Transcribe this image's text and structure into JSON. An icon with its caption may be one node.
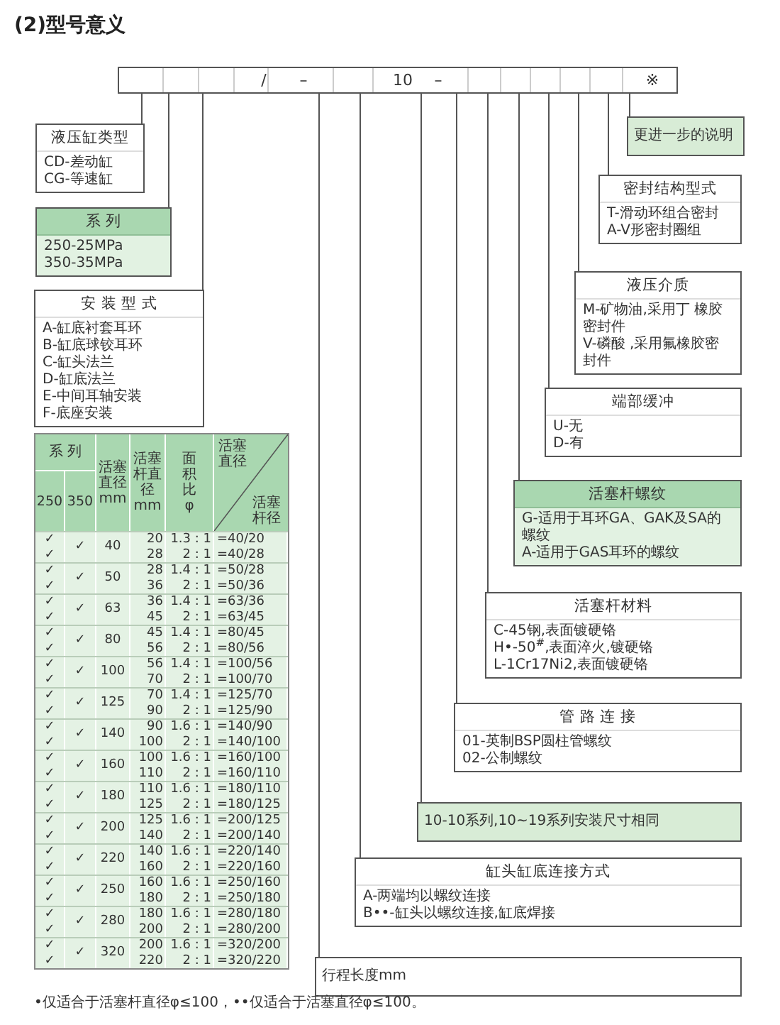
{
  "diagram": {
    "title": "(2)型号意义",
    "nodes": [
      {
        "text": [
          "/",
          "–",
          "10",
          "–",
          "※"
        ]
      },
      {
        "text": [
          "液压缸类型",
          "CD-差动缸",
          "CG-等速缸"
        ]
      },
      {
        "text": [
          "系 列",
          "250-25MPa",
          "350-35MPa"
        ]
      },
      {
        "text": [
          "安 装 型 式",
          "A-缸底衬套耳环",
          "B-缸底球铰耳环",
          "C-缸头法兰",
          "D-缸底法兰",
          "E-中间耳轴安装",
          "F-底座安装"
        ]
      },
      {
        "text": [
          "更进一步的说明"
        ]
      },
      {
        "text": [
          "密封结构型式",
          "T-滑动环组合密封",
          "A-V形密封圈组"
        ]
      },
      {
        "text": [
          "液压介质",
          "M-矿物油,采用丁 橡胶密封件",
          "V-磷酸 ,采用氟橡胶密封件"
        ]
      },
      {
        "text": [
          "端部缓冲",
          "U-无",
          "D-有"
        ]
      },
      {
        "text": [
          "活塞杆螺纹",
          "G-适用于耳环GA、GAK及SA的螺纹",
          "A-适用于GAS耳环的螺纹"
        ]
      },
      {
        "text": [
          "活塞杆材料",
          "C-45钢,表面镀硬铬",
          "H•-50$^{#}$,表面淬火,镀硬铬",
          "L-1Cr17Ni2,表面镀硬铬"
        ]
      },
      {
        "text": [
          "管 路 连 接",
          "01-英制BSP圆柱管螺纹",
          "02-公制螺纹"
        ]
      },
      {
        "text": [
          "10-10系列,10~19系列安装尺寸相同"
        ]
      },
      {
        "text": [
          "缸头缸底连接方式",
          "A-两端均以螺纹连接",
          "B••-缸头以螺纹连接,缸底焊接"
        ]
      },
      {
        "text": [
          "行程长度mm"
        ]
      }
    ],
    "edges": [
      {
        "from": 0,
        "to": 1,
        "arrow": "none"
      },
      {
        "from": 0,
        "to": 2,
        "arrow": "none"
      },
      {
        "from": 0,
        "to": 3,
        "arrow": "none"
      },
      {
        "from": 0,
        "to": 4,
        "arrow": "none"
      },
      {
        "from": 0,
        "to": 5,
        "arrow": "none"
      },
      {
        "from": 0,
        "to": 6,
        "arrow": "none"
      },
      {
        "from": 0,
        "to": 7,
        "arrow": "none"
      },
      {
        "from": 0,
        "to": 8,
        "arrow": "none"
      },
      {
        "from": 0,
        "to": 9,
        "arrow": "none"
      },
      {
        "from": 0,
        "to": 10,
        "arrow": "none"
      },
      {
        "from": 0,
        "to": 11,
        "arrow": "none"
      },
      {
        "from": 0,
        "to": 12,
        "arrow": "none"
      },
      {
        "from": 0,
        "to": 13,
        "arrow": "none"
      }
    ],
    "labels": [
      "系 列",
      "活塞直径 mm",
      "活塞杆直径 mm",
      "面积比 φ",
      "活塞直径",
      "活塞杆径",
      "250",
      "350",
      "✓",
      "✓",
      "40",
      "20",
      "1.3 : 1",
      "=40/20",
      "✓",
      "28",
      "2 : 1",
      "=40/28",
      "✓",
      "✓",
      "50",
      "28",
      "1.4 : 1",
      "=50/28",
      "✓",
      "36",
      "2 : 1",
      "=50/36",
      "✓",
      "✓",
      "63",
      "36",
      "1.4 : 1",
      "=63/36",
      "✓",
      "45",
      "2 : 1",
      "=63/45",
      "✓",
      "✓",
      "80",
      "45",
      "1.4 : 1",
      "=80/45",
      "✓",
      "56",
      "2 : 1",
      "=80/56",
      "✓",
      "✓",
      "100",
      "56",
      "1.4 : 1",
      "=100/56",
      "✓",
      "70",
      "2 : 1",
      "=100/70",
      "✓",
      "✓",
      "125",
      "70",
      "1.4 : 1",
      "=125/70",
      "✓",
      "90",
      "2 : 1",
      "=125/90",
      "✓",
      "✓",
      "140",
      "90",
      "1.6 : 1",
      "=140/90",
      "✓",
      "100",
      "2 : 1",
      "=140/100",
      "✓",
      "✓",
      "160",
      "100",
      "1.6 : 1",
      "=160/100",
      "✓",
      "110",
      "2 : 1",
      "=160/110",
      "✓",
      "✓",
      "180",
      "110",
      "1.6 : 1",
      "=180/110",
      "✓",
      "125",
      "2 : 1",
      "=180/125",
      "✓",
      "✓",
      "200",
      "125",
      "1.6 : 1",
      "=200/125",
      "✓",
      "140",
      "2 : 1",
      "=200/140",
      "✓",
      "✓",
      "220",
      "140",
      "1.6 : 1",
      "=220/140",
      "✓",
      "160",
      "2 : 1",
      "=220/160",
      "✓",
      "✓",
      "250",
      "160",
      "1.6 : 1",
      "=250/160",
      "✓",
      "180",
      "2 : 1",
      "=250/180",
      "✓",
      "✓",
      "280",
      "180",
      "1.6 : 1",
      "=280/180",
      "✓",
      "200",
      "2 : 1",
      "=280/200",
      "✓",
      "✓",
      "320",
      "200",
      "1.6 : 1",
      "=320/200",
      "✓",
      "220",
      "2 : 1",
      "=320/220",
      "•仅适合于活塞杆直径φ≤100，••仅适合于活塞直径φ≤100。"
    ]
  }
}
